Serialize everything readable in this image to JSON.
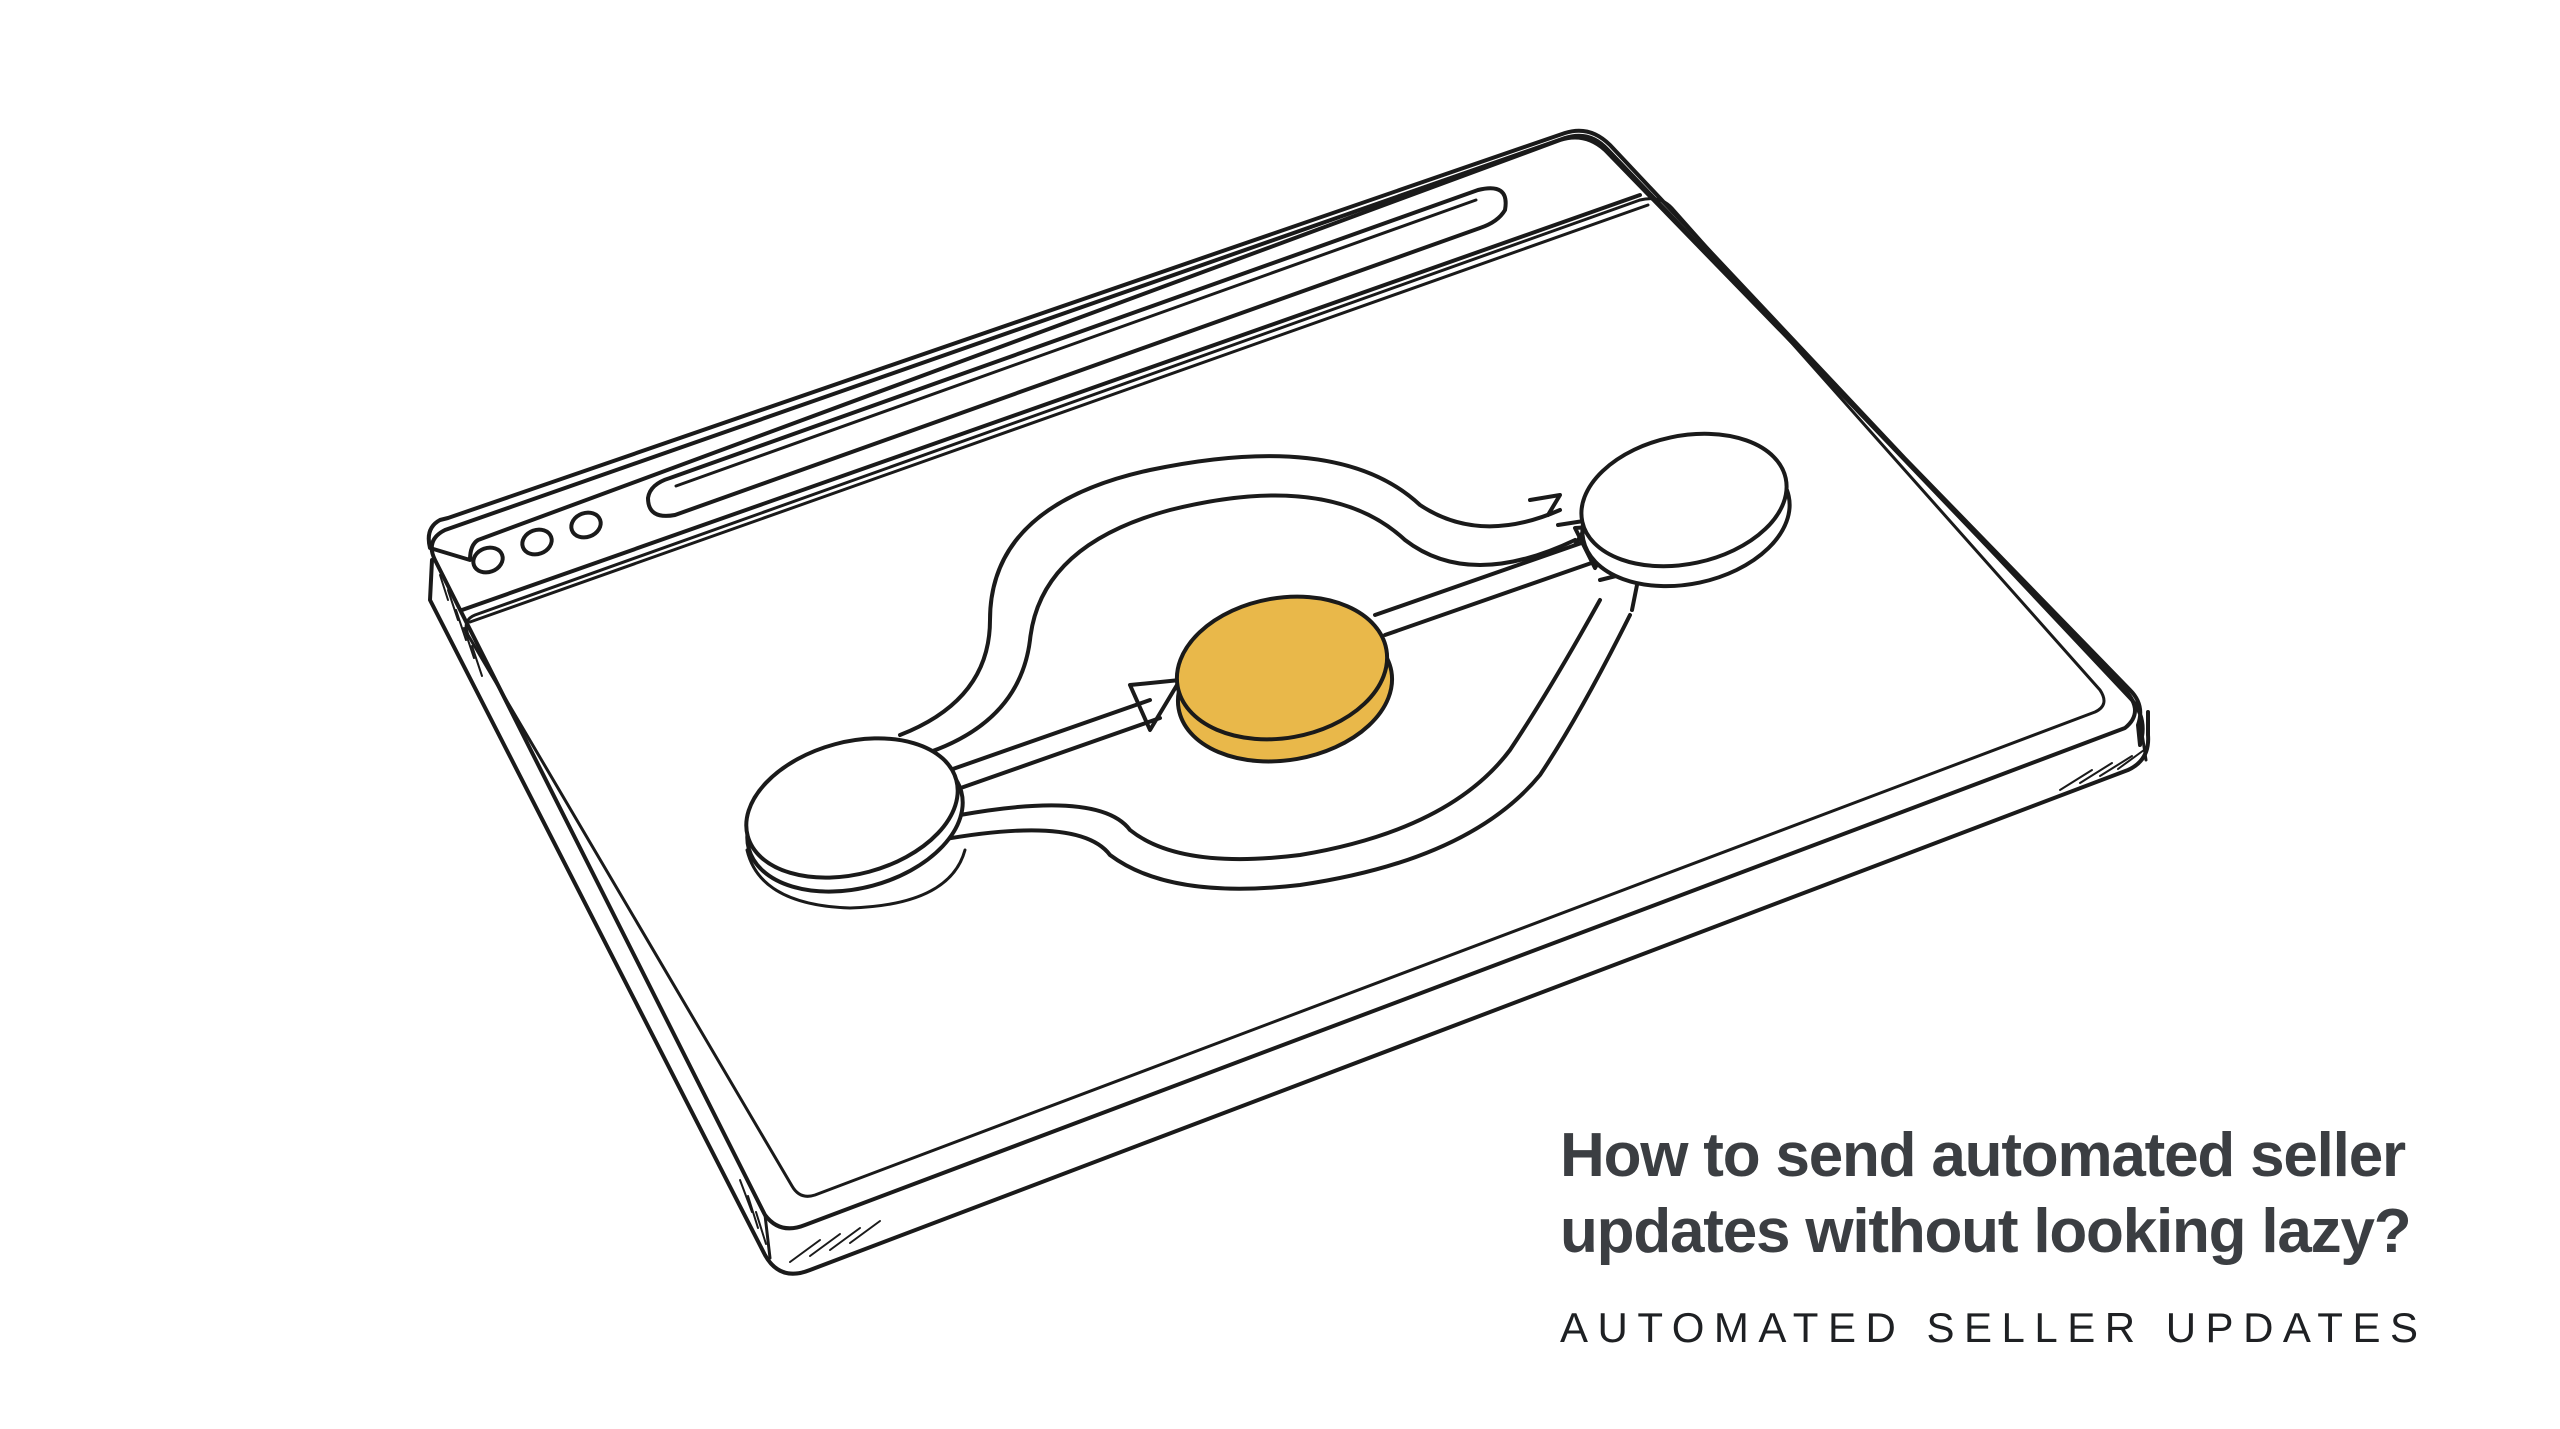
{
  "headline": {
    "line1": "How to send automated seller",
    "line2": "updates without looking lazy?"
  },
  "kicker": "AUTOMATED SELLER UPDATES",
  "colors": {
    "ink": "#1a1a1a",
    "accent_node": "#e9b84a",
    "headline": "#3b3e42",
    "kicker": "#1e2023",
    "background": "#ffffff"
  },
  "icons": {
    "window_dots": "browser-window-dots-icon",
    "flow_nodes": "workflow-node-icon"
  }
}
